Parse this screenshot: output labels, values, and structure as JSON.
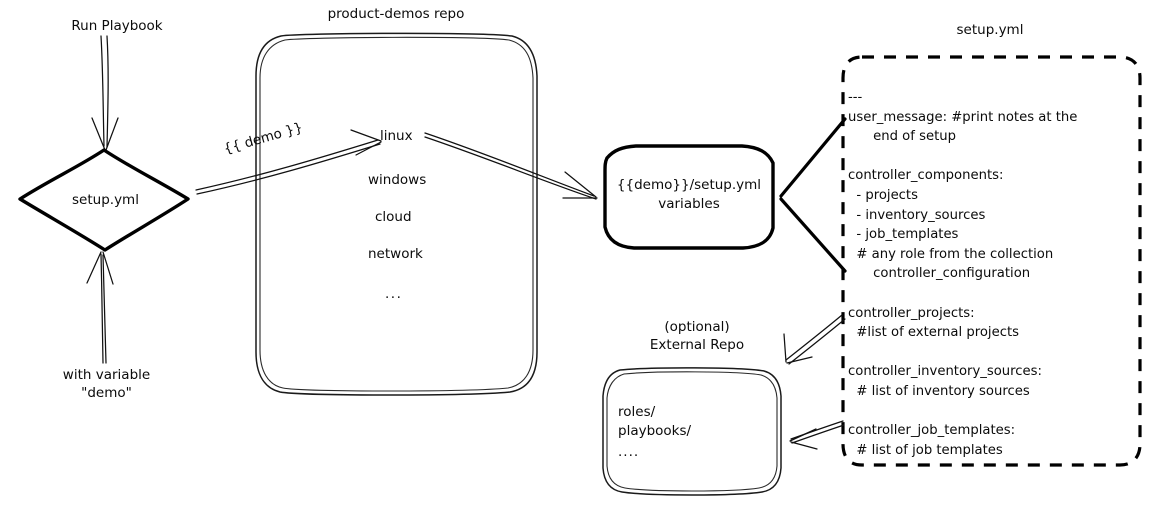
{
  "diagram": {
    "title": "product-demos setup.yml flow",
    "colors": {
      "ink": "#000000",
      "background": "#ffffff"
    },
    "labels": {
      "run_playbook": "Run Playbook",
      "with_variable_line1": "with variable",
      "with_variable_line2": "\"demo\"",
      "demo_edge": "{{ demo }}",
      "repo_title": "product-demos repo",
      "setup_yml_title": "setup.yml",
      "external_repo_line1": "(optional)",
      "external_repo_line2": "External Repo"
    },
    "nodes": {
      "start_diamond": {
        "label": "setup.yml",
        "shape": "diamond"
      },
      "repo_box": {
        "title": "product-demos repo",
        "shape": "rounded-rect",
        "items": [
          "linux",
          "windows",
          "cloud",
          "network",
          "..."
        ]
      },
      "variables_box": {
        "shape": "rounded-rect-thick",
        "line1": "{{demo}}/setup.yml",
        "line2": "variables"
      },
      "external_repo_box": {
        "shape": "rounded-rect",
        "title_line1": "(optional)",
        "title_line2": "External Repo",
        "items": [
          "roles/",
          "playbooks/",
          "...."
        ]
      },
      "setup_yml_listing": {
        "title": "setup.yml",
        "shape": "rounded-rect-dashed",
        "lines": [
          "---",
          "user_message: #print notes at the",
          "      end of setup",
          "",
          "controller_components:",
          "  - projects",
          "  - inventory_sources",
          "  - job_templates",
          "  # any role from the collection",
          "      controller_configuration",
          "",
          "controller_projects:",
          "  #list of external projects",
          "",
          "controller_inventory_sources:",
          "  # list of inventory sources",
          "",
          "controller_job_templates:",
          "  # list of job templates"
        ]
      }
    },
    "edges": [
      {
        "name": "run-playbook-to-setup",
        "from": "Run Playbook",
        "to": "setup.yml",
        "label": ""
      },
      {
        "name": "with-variable-to-setup",
        "from": "with variable \"demo\"",
        "to": "setup.yml",
        "label": ""
      },
      {
        "name": "setup-to-linux",
        "from": "setup.yml",
        "to": "linux",
        "label": "{{ demo }}"
      },
      {
        "name": "linux-to-variables",
        "from": "linux",
        "to": "{{demo}}/setup.yml variables",
        "label": ""
      },
      {
        "name": "listing-user-message-to-variables",
        "from": "setup.yml listing",
        "to": "{{demo}}/setup.yml variables",
        "label": ""
      },
      {
        "name": "listing-controller-components-to-variables",
        "from": "setup.yml listing",
        "to": "{{demo}}/setup.yml variables",
        "label": ""
      },
      {
        "name": "controller-projects-to-external-repo",
        "from": "controller_projects",
        "to": "External Repo",
        "label": ""
      },
      {
        "name": "controller-job-templates-to-external-repo",
        "from": "controller_job_templates",
        "to": "External Repo",
        "label": ""
      }
    ]
  }
}
